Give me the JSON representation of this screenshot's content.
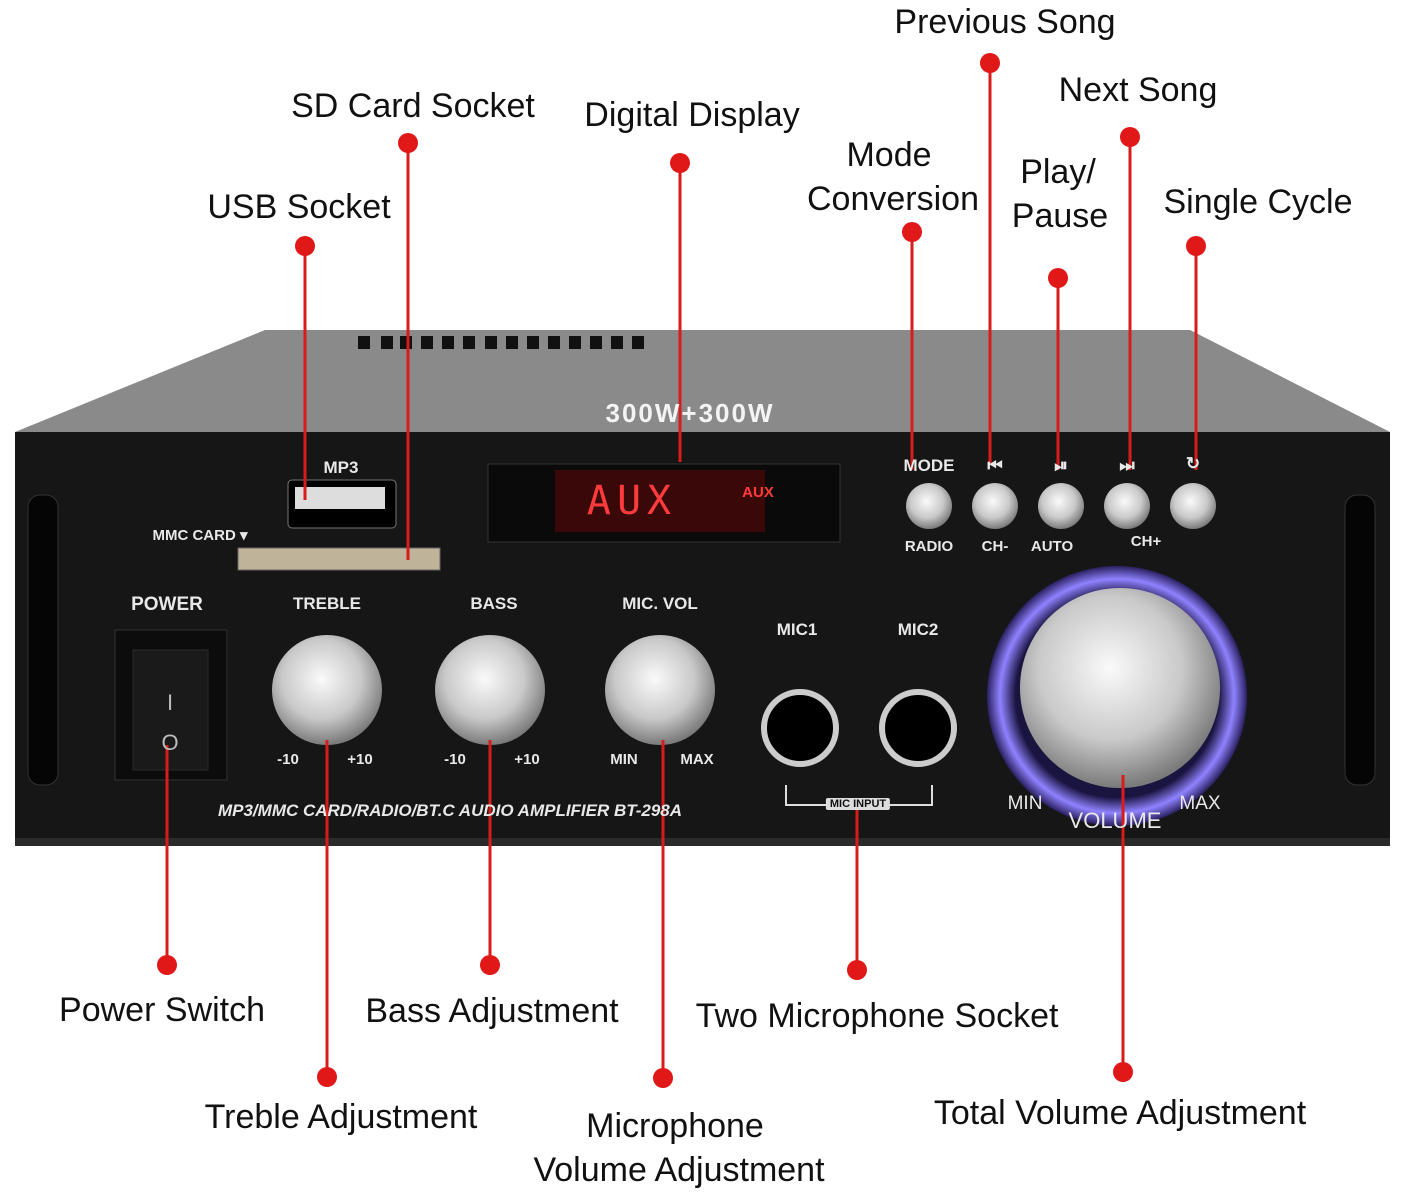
{
  "callouts": {
    "previous_song": "Previous Song",
    "next_song": "Next Song",
    "sd_card_socket": "SD Card Socket",
    "digital_display": "Digital Display",
    "mode_conversion": [
      "Mode",
      "Conversion"
    ],
    "play_pause": [
      "Play/",
      "Pause"
    ],
    "single_cycle": "Single Cycle",
    "usb_socket": "USB Socket",
    "power_switch": "Power Switch",
    "treble_adjustment": "Treble Adjustment",
    "bass_adjustment": "Bass Adjustment",
    "microphone_volume_adjustment": [
      "Microphone",
      "Volume Adjustment"
    ],
    "two_microphone_socket": "Two Microphone Socket",
    "total_volume_adjustment": "Total Volume Adjustment"
  },
  "panel": {
    "top_power": "300W+300W",
    "usb_label": "MP3",
    "mmc_label": "MMC CARD ▾",
    "display_text": "AUX",
    "display_badge": "AUX",
    "buttons_top": [
      "MODE",
      "⏮",
      "⏯",
      "⏭",
      "↻"
    ],
    "buttons_bottom": [
      "RADIO",
      "CH-",
      "AUTO",
      "CH+"
    ],
    "power": "POWER",
    "power_on": "I",
    "power_off": "O",
    "treble": "TREBLE",
    "bass": "BASS",
    "mic_vol": "MIC. VOL",
    "minus10": "-10",
    "plus10": "+10",
    "min": "MIN",
    "max": "MAX",
    "mic1": "MIC1",
    "mic2": "MIC2",
    "mic_input": "MIC INPUT",
    "volume": "VOLUME",
    "model": "MP3/MMC CARD/RADIO/BT.C AUDIO AMPLIFIER BT-298A"
  },
  "colors": {
    "callout_red": "#d81c1c",
    "display_red": "#ff3b3b",
    "volume_ring": "#7a6cff"
  }
}
